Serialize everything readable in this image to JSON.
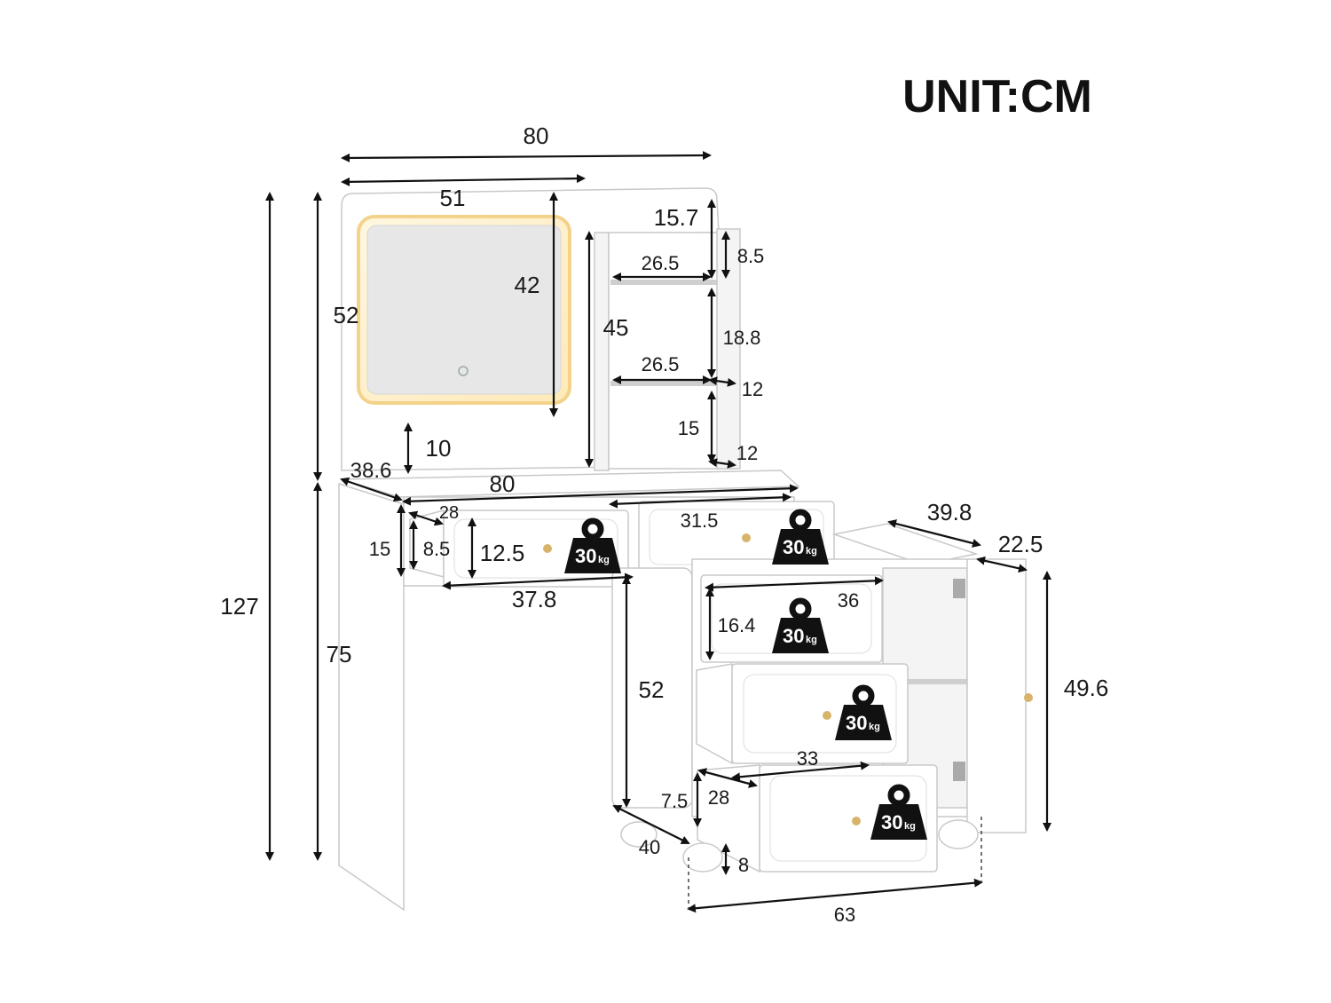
{
  "unit_label": "UNIT:CM",
  "weight_badge": {
    "number": "30",
    "unit": "kg"
  },
  "dimensions": {
    "top_width": "80",
    "mirror_width": "51",
    "mirror_height": "42",
    "hutch_height": "52",
    "total_height": "127",
    "desk_height": "75",
    "divider_height": "45",
    "shelf_gap_top": "10",
    "desk_depth": "38.6",
    "desk_width": "80",
    "top_shelf_height": "15.7",
    "top_shelf_inner": "8.5",
    "shelf_width_1": "26.5",
    "shelf_height_mid": "18.8",
    "shelf_width_2": "26.5",
    "shelf_depth_1": "12",
    "shelf_height_low": "15",
    "shelf_depth_2": "12",
    "drawer_left_depth": "28",
    "drawer_left_height": "15",
    "drawer_left_inner": "8.5",
    "drawer_left_inner_height": "12.5",
    "drawer_left_width": "37.8",
    "drawer_right_width": "31.5",
    "cabinet_depth": "39.8",
    "door_depth": "22.5",
    "cabinet_drawer_width": "36",
    "cabinet_drawer_height": "16.4",
    "cabinet_height": "52",
    "door_height": "49.6",
    "bottom_drawer_width": "33",
    "bottom_drawer_depth": "28",
    "bottom_drawer_height": "7.5",
    "cabinet_side_depth": "40",
    "foot_height": "8",
    "cabinet_width": "63"
  }
}
